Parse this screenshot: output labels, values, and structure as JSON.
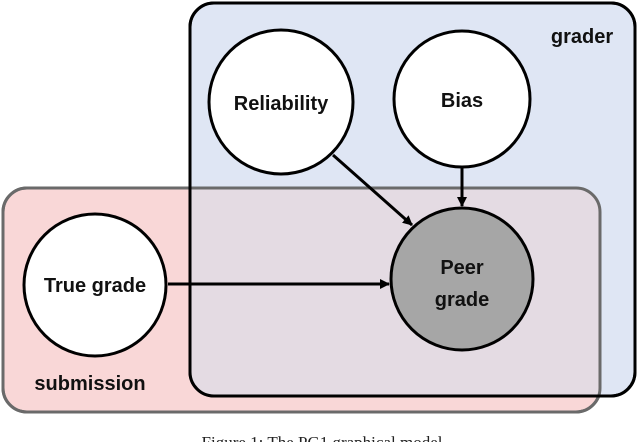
{
  "plates": {
    "grader": {
      "label": "grader",
      "fill": "#dfe6f4",
      "stroke": "#000000"
    },
    "submission": {
      "label": "submission",
      "fill": "#f9d7d7",
      "stroke": "#555555"
    },
    "overlap_fill": "#e4dbe3"
  },
  "nodes": {
    "reliability": {
      "label": "Reliability",
      "fill": "#ffffff"
    },
    "bias": {
      "label": "Bias",
      "fill": "#ffffff"
    },
    "true_grade": {
      "label": "True grade",
      "fill": "#ffffff"
    },
    "peer_grade": {
      "line1": "Peer",
      "line2": "grade",
      "fill": "#a6a6a6"
    }
  },
  "edges": [
    {
      "from": "Reliability",
      "to": "Peer grade"
    },
    {
      "from": "Bias",
      "to": "Peer grade"
    },
    {
      "from": "True grade",
      "to": "Peer grade"
    }
  ],
  "caption": "Figure 1: The PG1 graphical model"
}
